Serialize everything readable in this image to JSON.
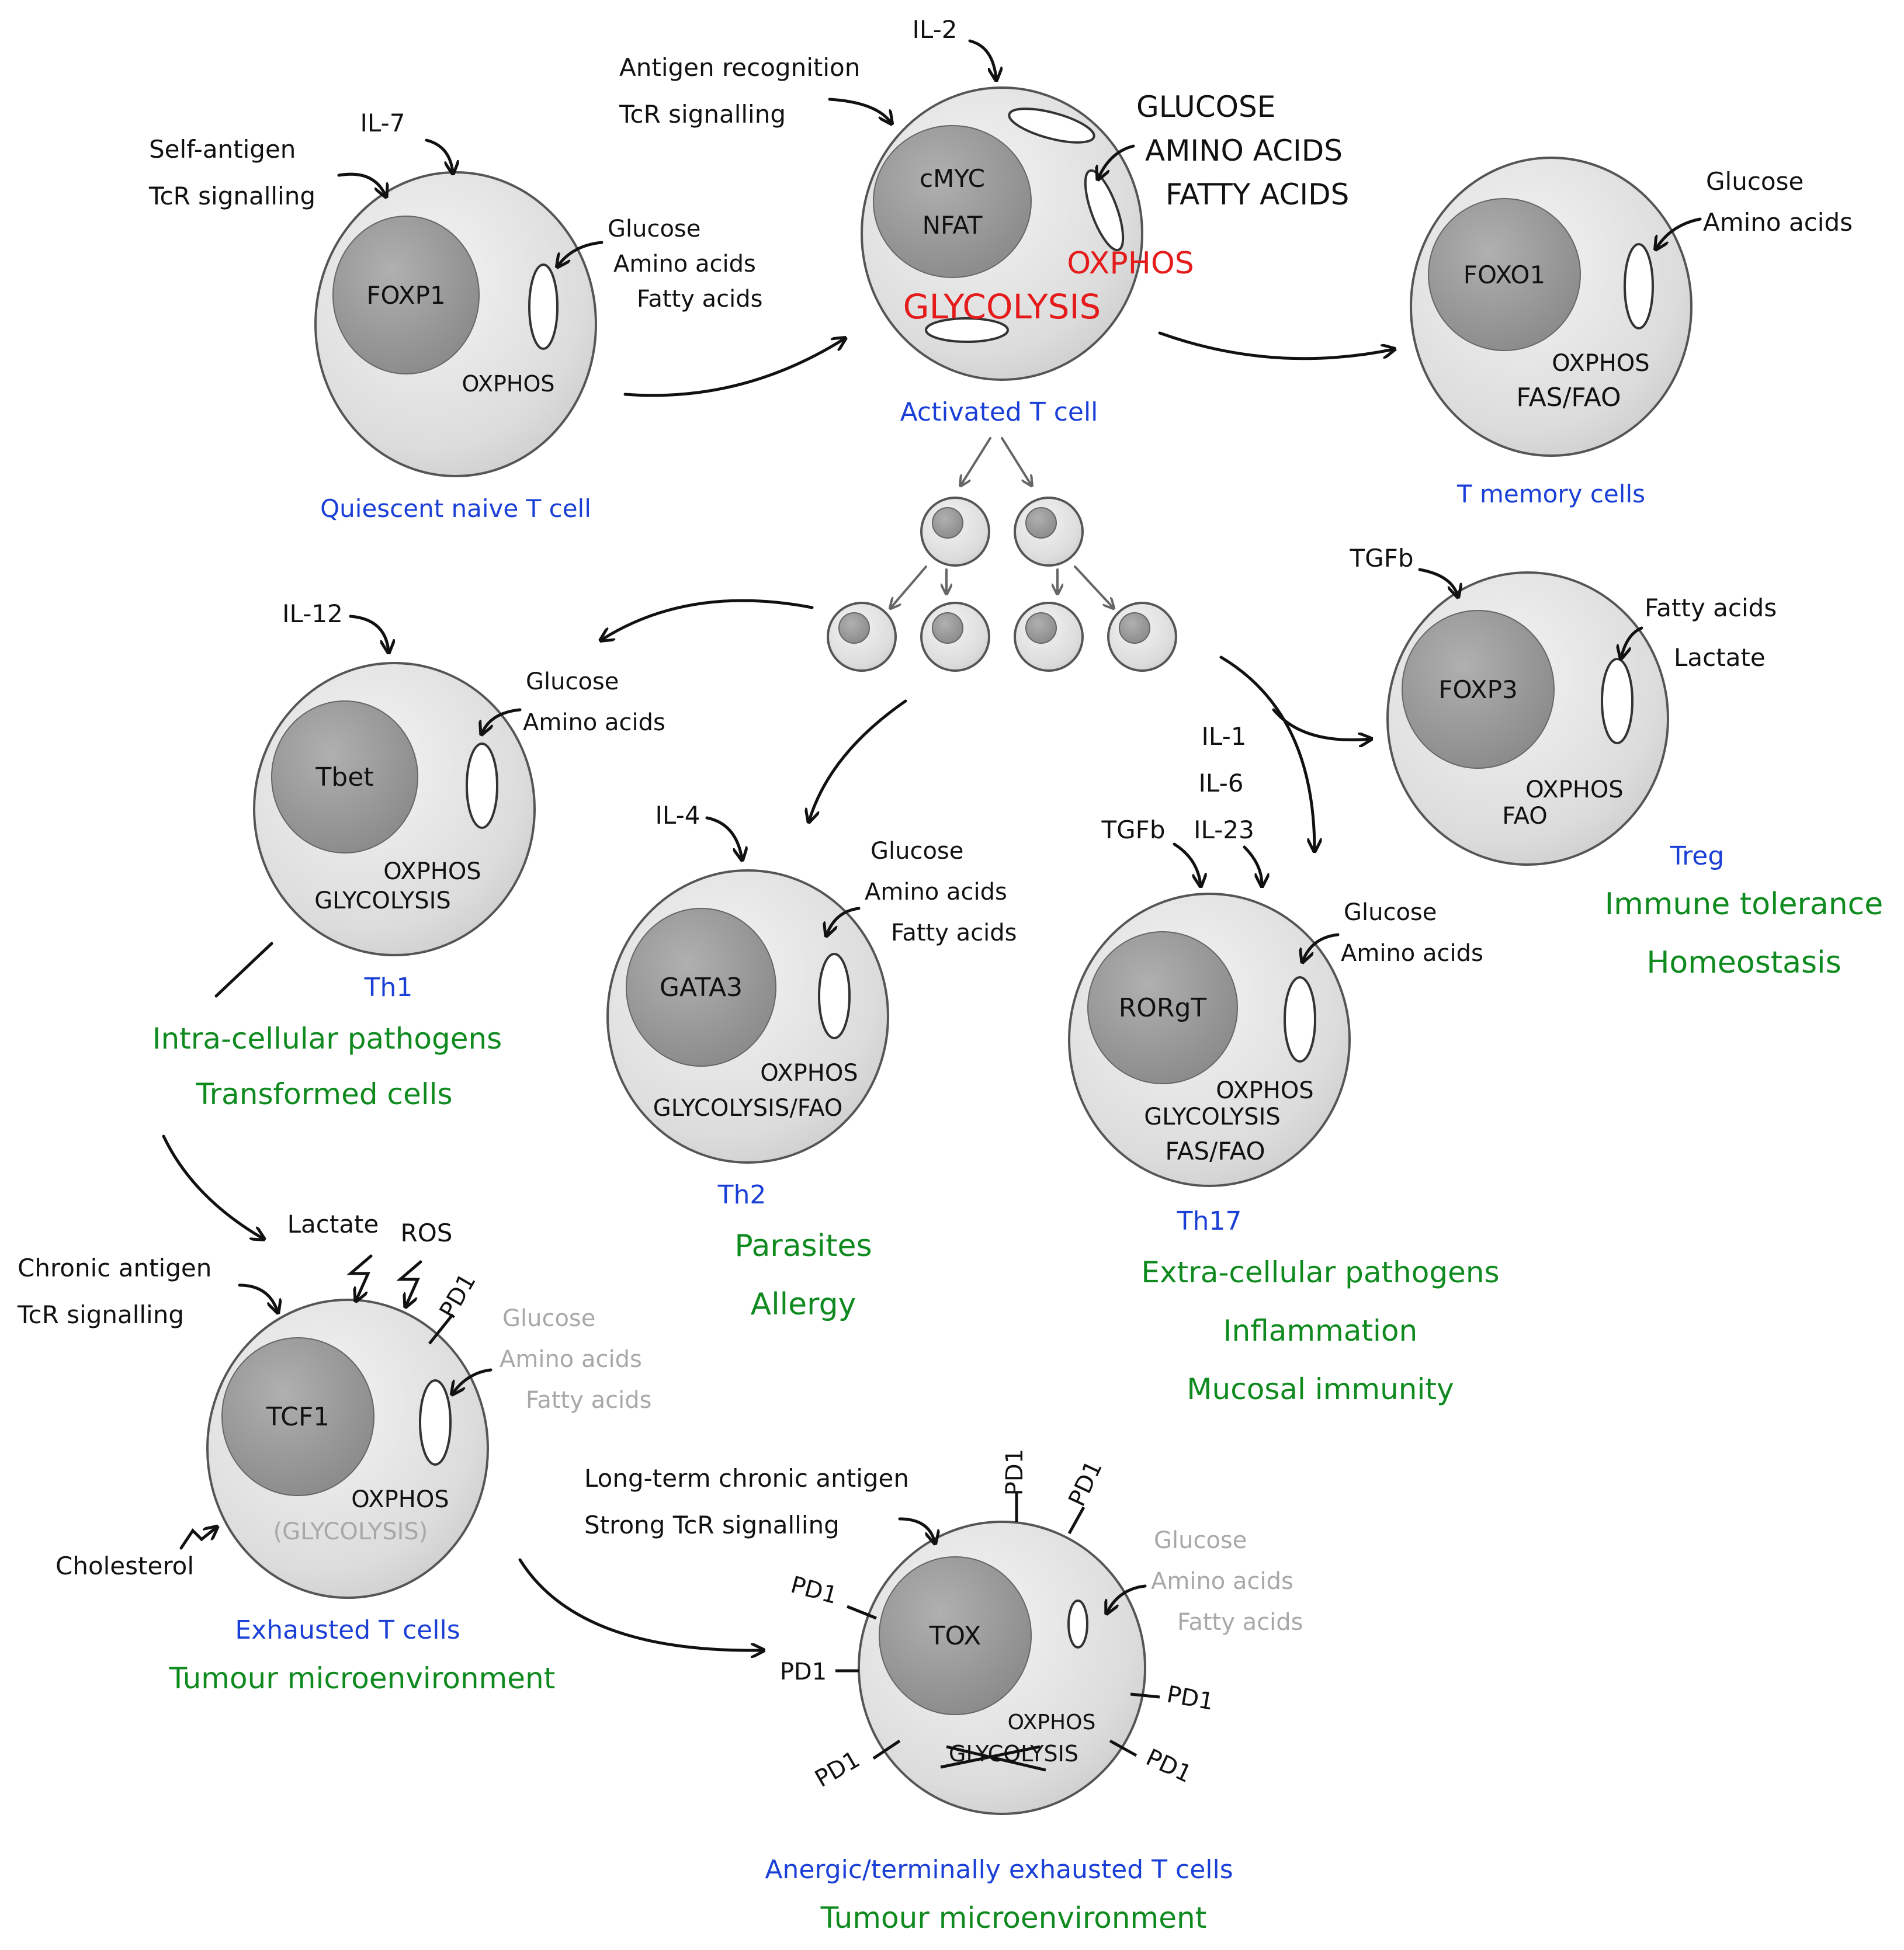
{
  "cells": {
    "naive": {
      "nucleus": "FOXP1",
      "inputs": [
        "Glucose",
        "Amino acids",
        "Fatty acids"
      ],
      "metabolism": [
        "OXPHOS"
      ],
      "signals": [
        "IL-7",
        "Self-antigen",
        "TcR signalling"
      ],
      "label": "Quiescent naive T cell"
    },
    "activated": {
      "nucleus": [
        "cMYC",
        "NFAT"
      ],
      "inputs": [
        "GLUCOSE",
        "AMINO ACIDS",
        "FATTY ACIDS"
      ],
      "metabolism": [
        "OXPHOS",
        "GLYCOLYSIS"
      ],
      "signals": [
        "IL-2",
        "Antigen recognition",
        "TcR signalling"
      ],
      "label": "Activated T cell"
    },
    "memory": {
      "nucleus": "FOXO1",
      "inputs": [
        "Glucose",
        "Amino acids"
      ],
      "metabolism": [
        "OXPHOS",
        "FAS/FAO"
      ],
      "label": "T memory cells"
    },
    "th1": {
      "nucleus": "Tbet",
      "inputs": [
        "Glucose",
        "Amino acids"
      ],
      "metabolism": [
        "OXPHOS",
        "GLYCOLYSIS"
      ],
      "signals": [
        "IL-12"
      ],
      "label": "Th1",
      "roles": [
        "Intra-cellular pathogens",
        "Transformed cells"
      ]
    },
    "th2": {
      "nucleus": "GATA3",
      "inputs": [
        "Glucose",
        "Amino acids",
        "Fatty acids"
      ],
      "metabolism": [
        "OXPHOS",
        "GLYCOLYSIS/FAO"
      ],
      "signals": [
        "IL-4"
      ],
      "label": "Th2",
      "roles": [
        "Parasites",
        "Allergy"
      ]
    },
    "th17": {
      "nucleus": "RORgT",
      "inputs": [
        "Glucose",
        "Amino acids"
      ],
      "metabolism": [
        "OXPHOS",
        "GLYCOLYSIS",
        "FAS/FAO"
      ],
      "signals": [
        "IL-1",
        "IL-6",
        "TGFb",
        "IL-23"
      ],
      "label": "Th17",
      "roles": [
        "Extra-cellular pathogens",
        "Inflammation",
        "Mucosal immunity"
      ]
    },
    "treg": {
      "nucleus": "FOXP3",
      "inputs": [
        "Fatty acids",
        "Lactate"
      ],
      "metabolism": [
        "OXPHOS",
        "FAO"
      ],
      "signals": [
        "TGFb"
      ],
      "label": "Treg",
      "roles": [
        "Immune tolerance",
        "Homeostasis"
      ]
    },
    "exhausted": {
      "nucleus": "TCF1",
      "inputs": [
        "Glucose",
        "Amino acids",
        "Fatty acids"
      ],
      "metabolism": [
        "OXPHOS",
        "(GLYCOLYSIS)"
      ],
      "signals": [
        "Lactate",
        "ROS",
        "Chronic antigen",
        "TcR signalling",
        "PD1",
        "Cholesterol"
      ],
      "label": "Exhausted T cells",
      "role": "Tumour microenvironment"
    },
    "terminal": {
      "nucleus": "TOX",
      "inputs": [
        "Glucose",
        "Amino acids",
        "Fatty acids"
      ],
      "metabolism": [
        "OXPHOS",
        "GLYCOLYSIS"
      ],
      "signals": [
        "Long-term chronic antigen",
        "Strong TcR signalling"
      ],
      "receptor": "PD1",
      "label": "Anergic/terminally exhausted T cells",
      "role": "Tumour microenvironment"
    }
  },
  "colors": {
    "label": "#1a3fd6",
    "role": "#0f8a1f",
    "activated_metabolism": "#e51b1b",
    "faded_input": "#a8a8a8"
  }
}
